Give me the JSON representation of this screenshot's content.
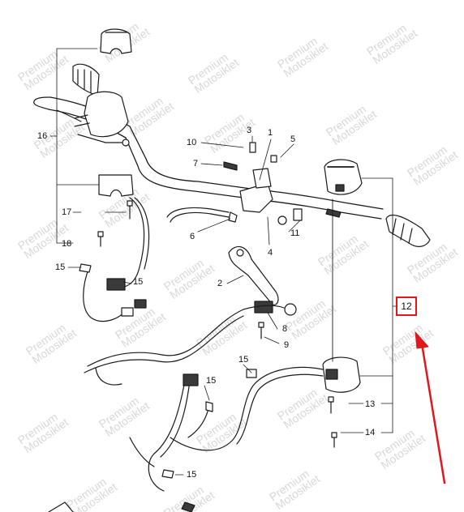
{
  "watermark": {
    "line1": "Premium",
    "line2": "Motosiklet"
  },
  "callouts": {
    "c1": "1",
    "c2": "2",
    "c3": "3",
    "c4": "4",
    "c5": "5",
    "c6": "6",
    "c7": "7",
    "c8": "8",
    "c9": "9",
    "c10": "10",
    "c11": "11",
    "c12": "12",
    "c13": "13",
    "c14": "14",
    "c15": "15",
    "c16": "16",
    "c17": "17",
    "c18": "18"
  },
  "highlight": {
    "color": "#e0181b",
    "target": "12"
  },
  "colors": {
    "line": "#1a1a1a",
    "fill": "#ffffff",
    "part": "#3a3a3a",
    "watermark": "#d8d8d8"
  }
}
